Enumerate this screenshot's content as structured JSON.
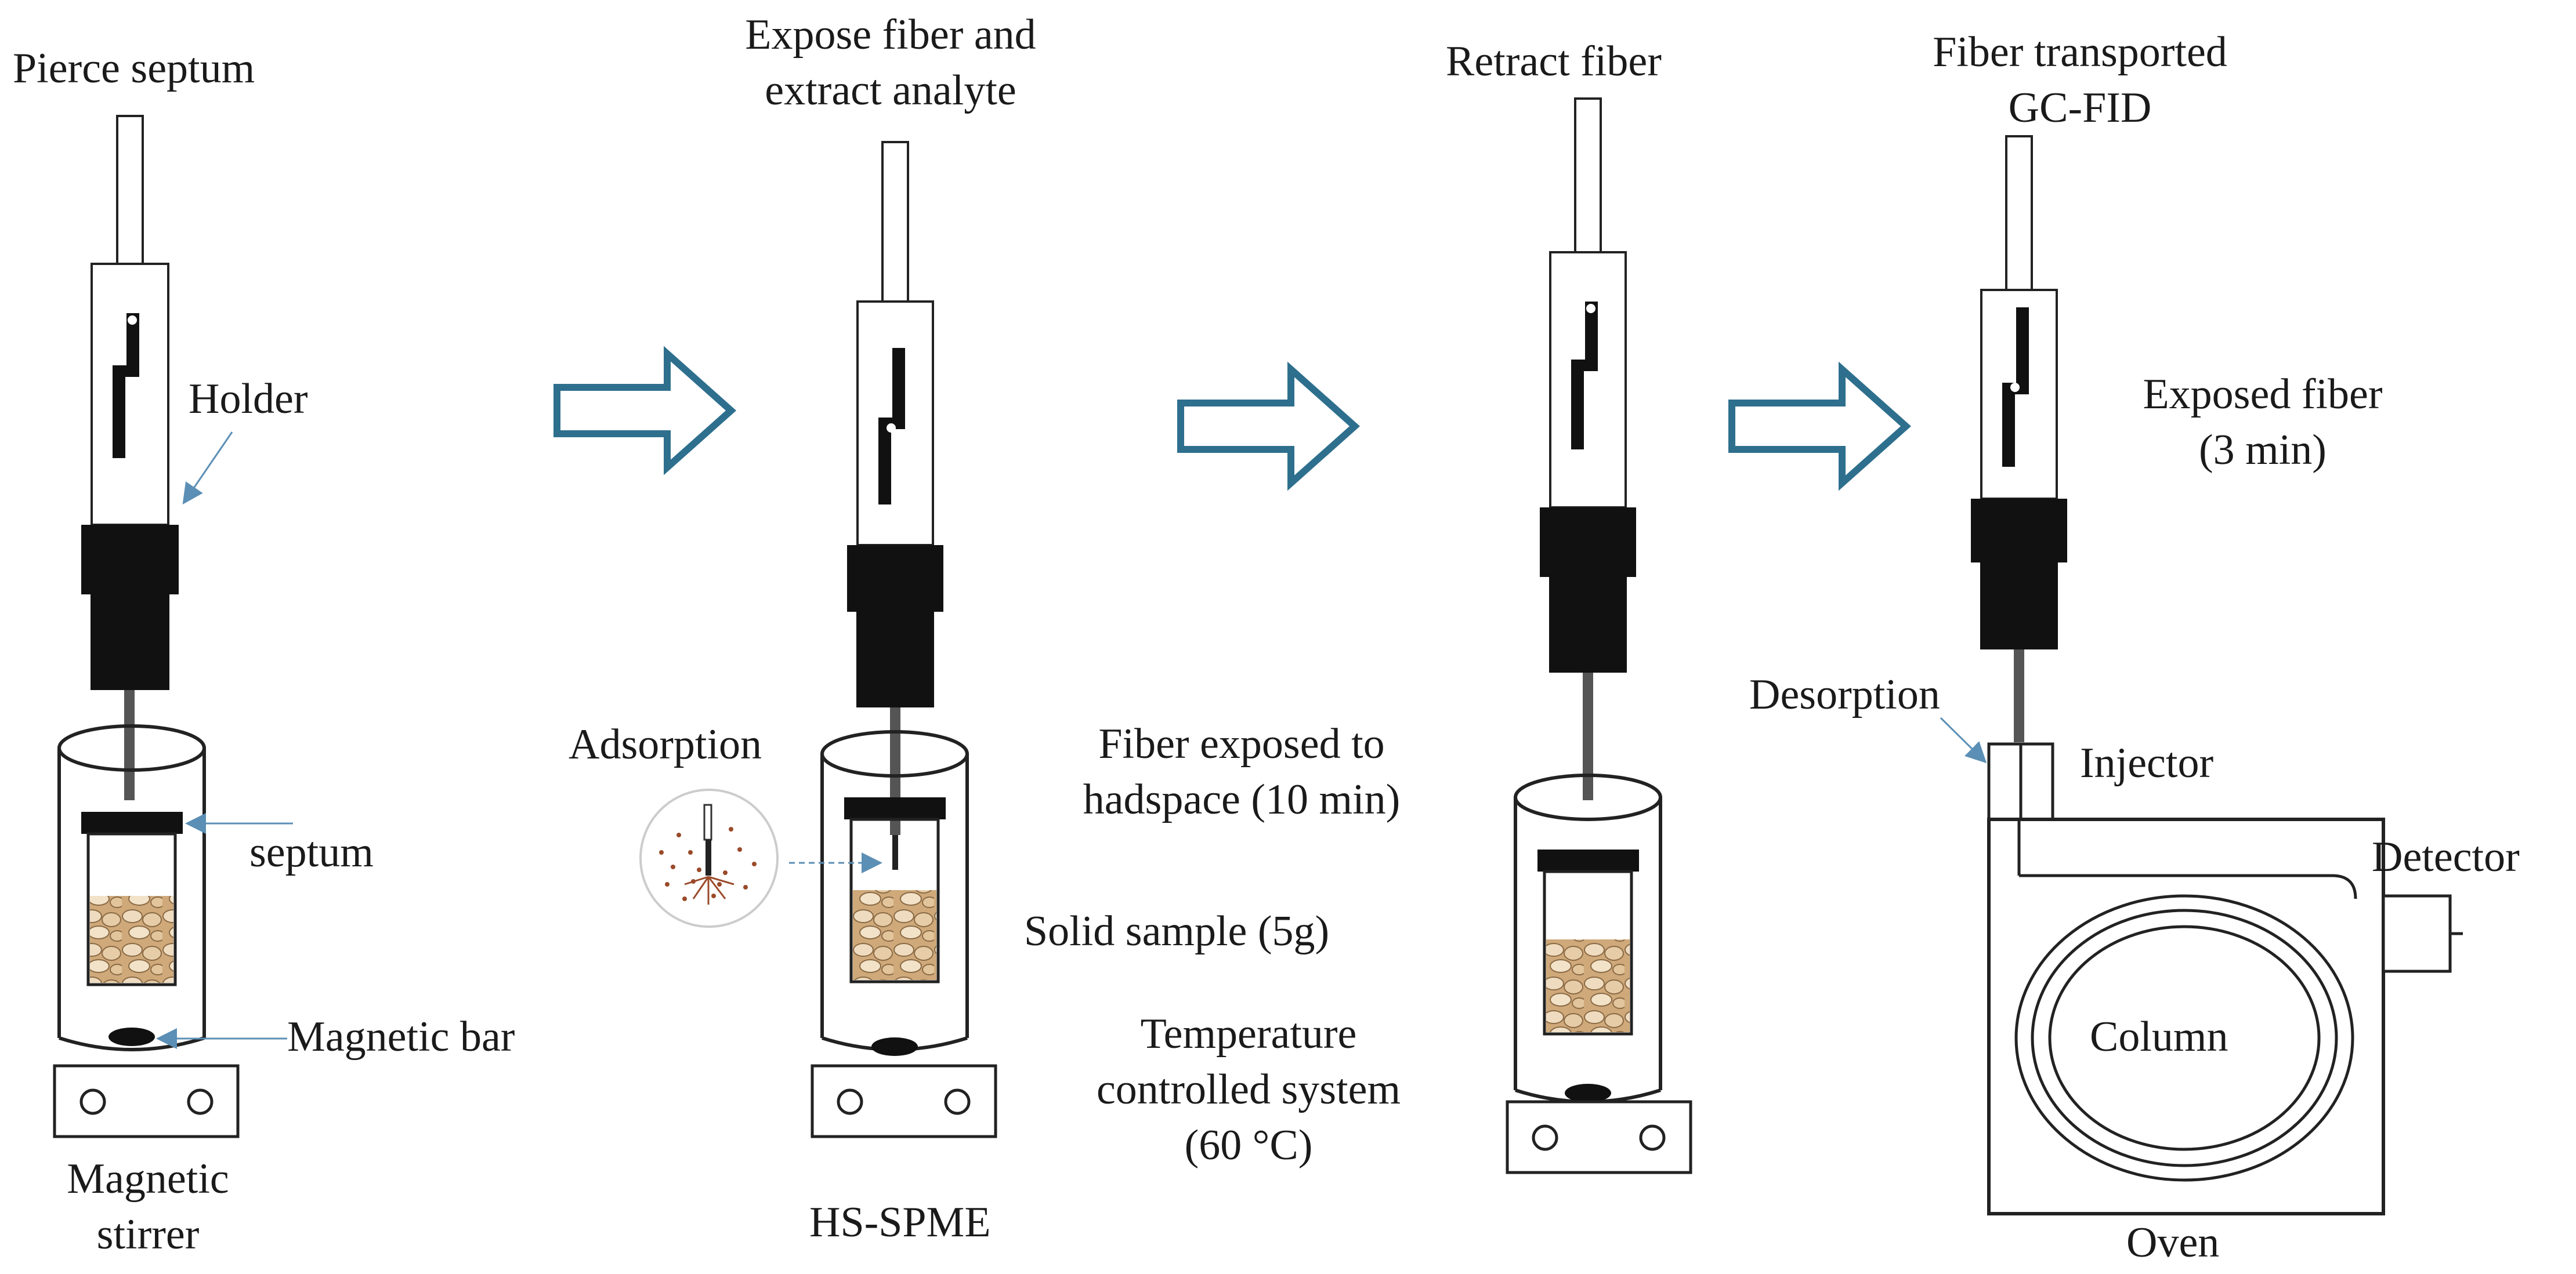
{
  "steps": {
    "pierce": {
      "title": "Pierce septum",
      "holder": "Holder",
      "septum": "septum",
      "magnetic_bar": "Magnetic bar",
      "stirrer_l1": "Magnetic",
      "stirrer_l2": "stirrer"
    },
    "expose": {
      "title_l1": "Expose fiber and",
      "title_l2": "extract analyte",
      "adsorption": "Adsorption",
      "fiber_l1": "Fiber exposed to",
      "fiber_l2": "hadspace (10 min)",
      "solid": "Solid sample (5g)",
      "temp_l1": "Temperature",
      "temp_l2": "controlled system",
      "temp_l3": "(60 °C)",
      "method": "HS-SPME"
    },
    "retract": {
      "title": "Retract fiber"
    },
    "gc": {
      "title_l1": "Fiber transported",
      "title_l2": "GC-FID",
      "exposed_l1": "Exposed fiber",
      "exposed_l2": "(3 min)",
      "desorption": "Desorption",
      "injector": "Injector",
      "detector": "Detector",
      "column": "Column",
      "oven": "Oven"
    }
  },
  "colors": {
    "arrow": "#2e6f8e",
    "ink": "#1a1a1a",
    "beans": "#d9b98c",
    "pointer": "#5b8fb5"
  }
}
